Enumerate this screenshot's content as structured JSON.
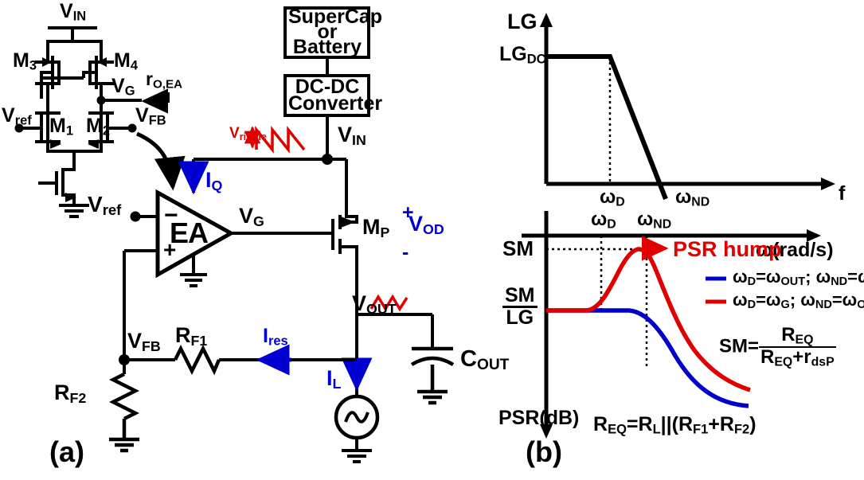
{
  "figure": {
    "panel_a_label": "(a)",
    "panel_b_label": "(b)"
  },
  "circuit": {
    "supply_label": "V<sub>IN</sub>",
    "source_block": {
      "line1": "SuperCap",
      "line2": "or",
      "line3": "Battery"
    },
    "converter_block": {
      "line1": "DC-DC",
      "line2": "Converter"
    },
    "vin_node_label": "V<sub>IN</sub>",
    "ripple_label": "V<sub>ripple</sub>",
    "ea_label": "EA",
    "ea_minus": "−",
    "ea_plus": "+",
    "iq_label": "I<sub>Q</sub>",
    "vg_label": "V<sub>G</sub>",
    "vg_mirror_label": "V<sub>G</sub>",
    "ro_ea_label": "r<sub>O,EA</sub>",
    "vref_input_label": "V<sub>ref</sub>",
    "vref_ea_label": "V<sub>ref</sub>",
    "vfb_diffpair_label": "V<sub>FB</sub>",
    "vfb_node_label": "V<sub>FB</sub>",
    "m1_label": "M<sub>1</sub>",
    "m2_label": "M<sub>2</sub>",
    "m3_label": "M<sub>3</sub>",
    "m4_label": "M<sub>4</sub>",
    "mp_label": "M<sub>P</sub>",
    "vod_label": "V<sub>OD</sub>",
    "vod_plus": "+",
    "vod_minus": "-",
    "vout_label": "V<sub>OUT</sub>",
    "rf1_label": "R<sub>F1</sub>",
    "rf2_label": "R<sub>F2</sub>",
    "ires_label": "I<sub>res</sub>",
    "il_label": "I<sub>L</sub>",
    "cout_label": "C<sub>OUT</sub>"
  },
  "chart_data": [
    {
      "type": "line",
      "title": "",
      "ylabel": "LG",
      "xlabel": "f",
      "y_tick_labels": [
        "LG<sub>DC</sub>"
      ],
      "x_tick_labels": [
        "ω<sub>D</sub>",
        "ω<sub>ND</sub>"
      ],
      "grid": false,
      "legend": "none",
      "series": [
        {
          "name": "loop-gain",
          "color": "#000000",
          "points": [
            [
              0,
              1.0
            ],
            [
              0.3,
              1.0
            ],
            [
              0.72,
              -0.22
            ]
          ],
          "description": "Flat at LG_DC to dominant pole omega_D, then single-slope rolloff crossing 0 dB just before omega_ND"
        }
      ]
    },
    {
      "type": "line",
      "title": "",
      "ylabel": "PSR(dB)",
      "xlabel": "ω(rad/s)",
      "y_tick_labels": [
        "SM",
        "SM/LG"
      ],
      "y_tick_numerator": "SM",
      "y_tick_denominator": "LG",
      "x_tick_labels": [
        "ω<sub>D</sub>",
        "ω<sub>ND</sub>"
      ],
      "grid": false,
      "annotation": "PSR hump",
      "legend_position": "right",
      "series": [
        {
          "name": "ω<sub>D</sub>=ω<sub>OUT</sub>; ω<sub>ND</sub>=ω<sub>G</sub>;",
          "color": "#0000cc",
          "points": [
            [
              0,
              0.0
            ],
            [
              0.4,
              0.0
            ],
            [
              0.62,
              -0.45
            ],
            [
              1.0,
              -1.08
            ]
          ],
          "description": "Flat at SM/LG until omega_ND then monotonic rolloff, no hump"
        },
        {
          "name": "ω<sub>D</sub>=ω<sub>G</sub>; ω<sub>ND</sub>=ω<sub>OUT</sub>;",
          "color": "#e00000",
          "points": [
            [
              0,
              0.0
            ],
            [
              0.27,
              0.0
            ],
            [
              0.48,
              1.0
            ],
            [
              0.62,
              0.55
            ],
            [
              1.0,
              -0.75
            ]
          ],
          "description": "Flat at SM/LG, rises to peak SM between omega_D and omega_ND (PSR hump), then rolls off"
        }
      ],
      "equations": [
        {
          "lhs": "SM=",
          "num": "R<sub>EQ</sub>",
          "den": "R<sub>EQ</sub>+r<sub>dsP</sub>"
        }
      ],
      "equation_inline": "R<sub>EQ</sub>=R<sub>L</sub>||(R<sub>F1</sub>+R<sub>F2</sub>)"
    }
  ]
}
